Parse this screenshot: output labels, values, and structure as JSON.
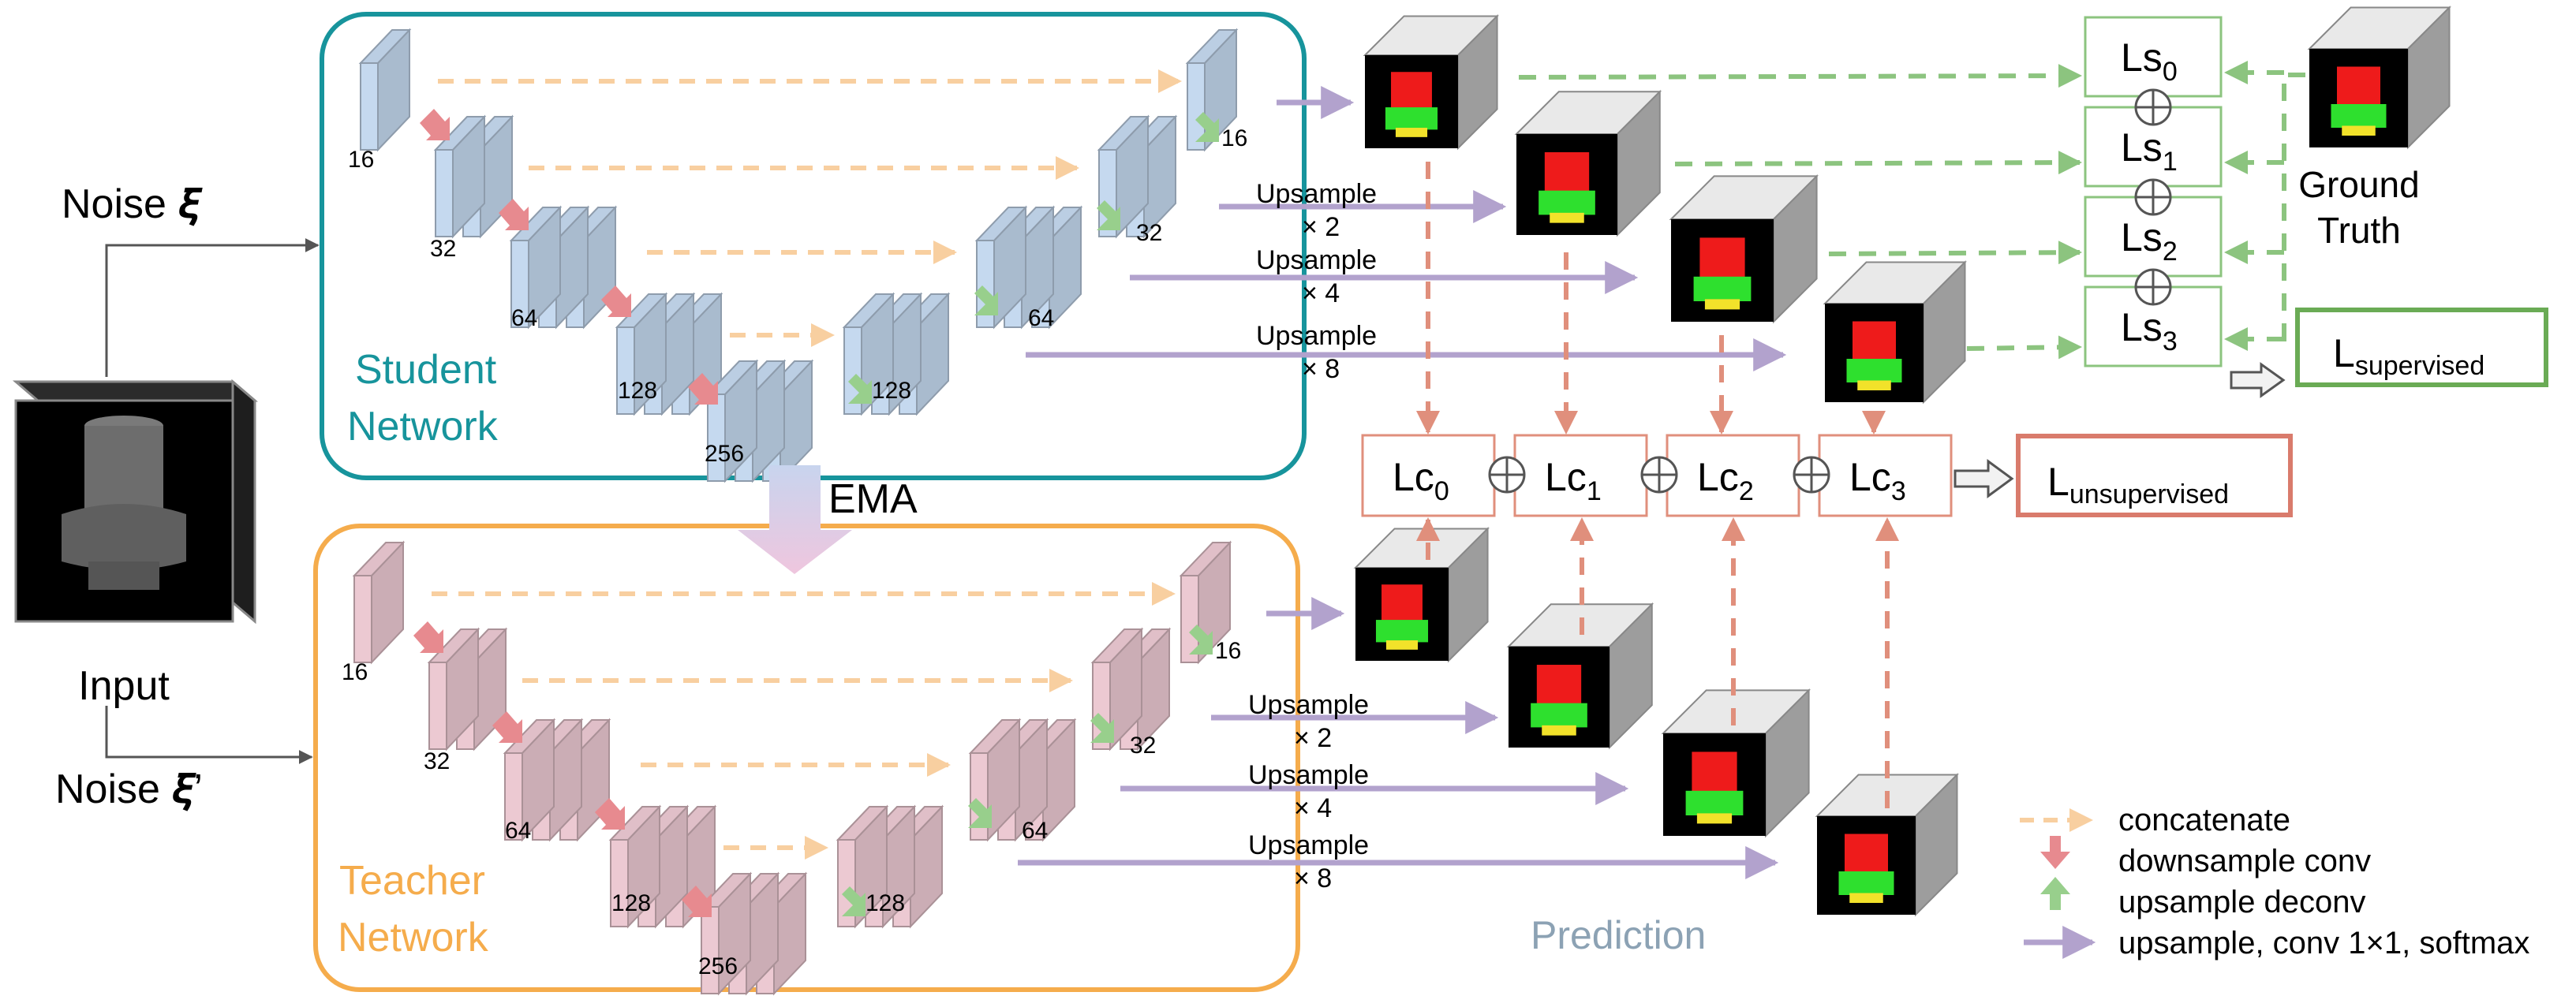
{
  "colors": {
    "student_frame": "#17949c",
    "teacher_frame": "#f5ac4c",
    "student_block": "#c5d9ef",
    "teacher_block": "#ecc9d2",
    "concat_arrow": "#f8cfa0",
    "down_arrow": "#e78a8f",
    "up_arrow": "#98cf8c",
    "upsample_arrow": "#b2a2cd",
    "dashed_red": "#e08f7c",
    "dashed_green": "#8cc47f",
    "ls_box": "#8cc47f",
    "lc_box": "#e08f7c",
    "prediction_text": "#8ca2b4"
  },
  "input": {
    "label": "Input"
  },
  "noise": {
    "student": "Noise 𝝃",
    "teacher": "Noise 𝝃’"
  },
  "student": {
    "title_line1": "Student",
    "title_line2": "Network",
    "channels": [
      "16",
      "32",
      "64",
      "128",
      "256",
      "128",
      "64",
      "32",
      "16"
    ]
  },
  "teacher": {
    "title_line1": "Teacher",
    "title_line2": "Network",
    "channels": [
      "16",
      "32",
      "64",
      "128",
      "256",
      "128",
      "64",
      "32",
      "16"
    ]
  },
  "ema": {
    "label": "EMA"
  },
  "upsample": {
    "label": "Upsample",
    "factors": [
      "× 2",
      "× 4",
      "× 8"
    ]
  },
  "ground_truth": {
    "line1": "Ground",
    "line2": "Truth"
  },
  "supervised_losses": [
    {
      "base": "Ls",
      "sub": "0"
    },
    {
      "base": "Ls",
      "sub": "1"
    },
    {
      "base": "Ls",
      "sub": "2"
    },
    {
      "base": "Ls",
      "sub": "3"
    }
  ],
  "consistency_losses": [
    {
      "base": "Lc",
      "sub": "0"
    },
    {
      "base": "Lc",
      "sub": "1"
    },
    {
      "base": "Lc",
      "sub": "2"
    },
    {
      "base": "Lc",
      "sub": "3"
    }
  ],
  "total_losses": {
    "supervised": {
      "base": "L",
      "sub": "supervised"
    },
    "unsupervised": {
      "base": "L",
      "sub": "unsupervised"
    }
  },
  "prediction": {
    "label": "Prediction"
  },
  "legend": [
    {
      "icon": "concat-arrow-icon",
      "label": "concatenate"
    },
    {
      "icon": "downsample-arrow-icon",
      "label": "downsample conv"
    },
    {
      "icon": "upsample-arrow-icon",
      "label": "upsample deconv"
    },
    {
      "icon": "conv-arrow-icon",
      "label": "upsample, conv 1×1, softmax"
    }
  ]
}
